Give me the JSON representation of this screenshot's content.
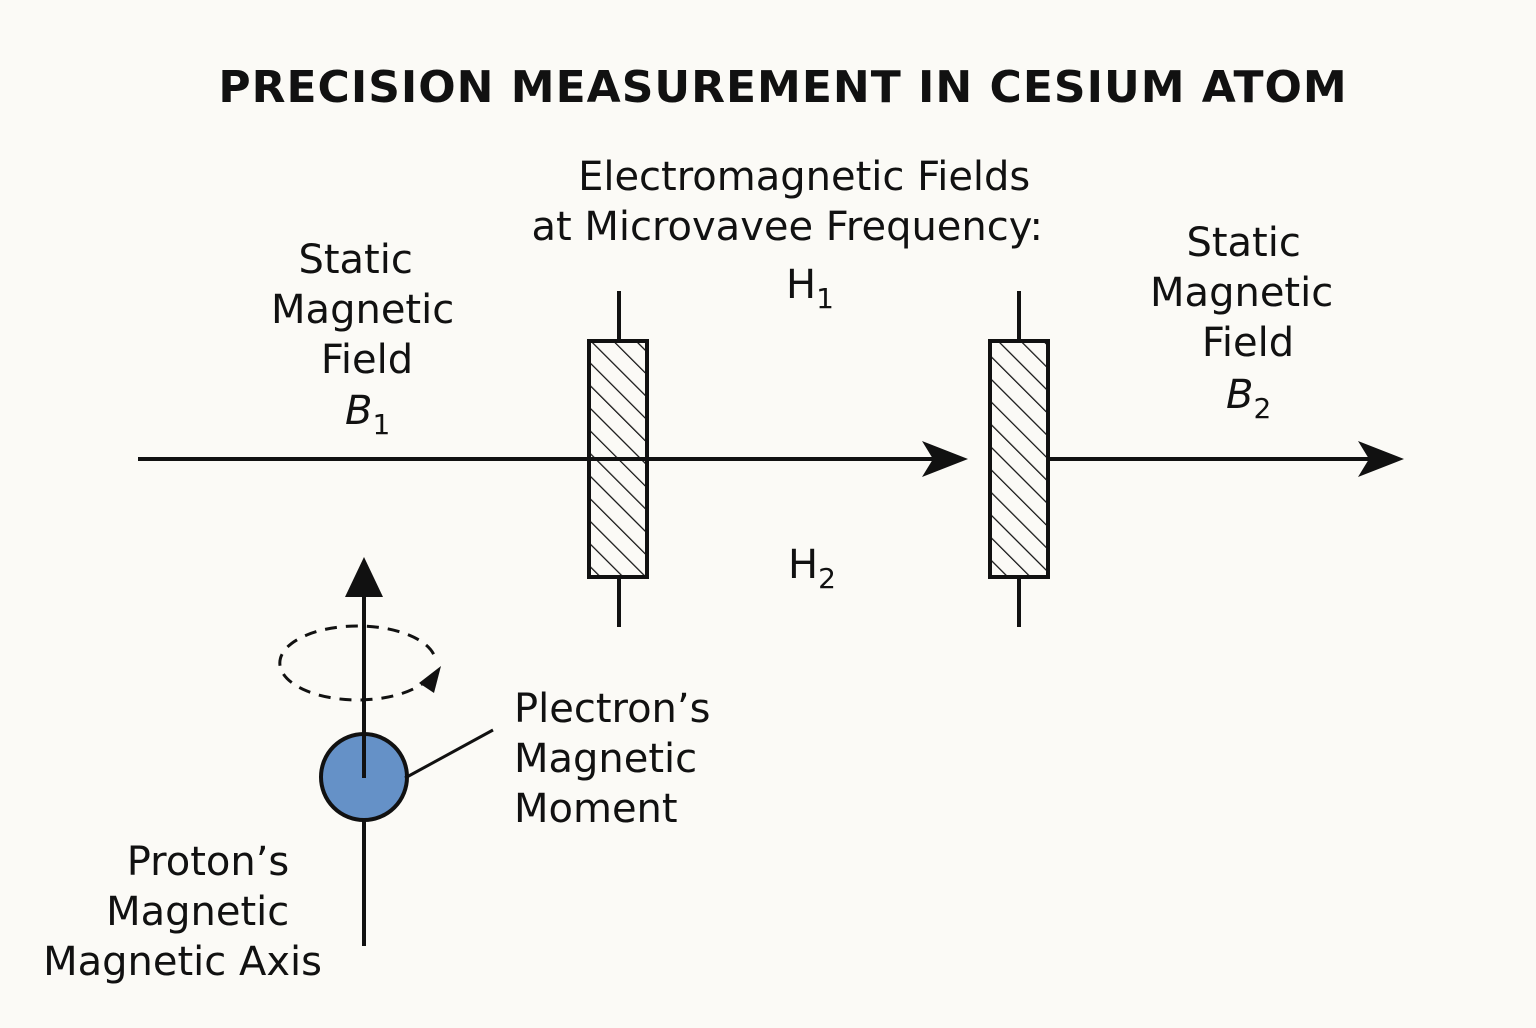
{
  "title": "PRECISION MEASUREMENT IN CESIUM ATOM",
  "labels": {
    "em_fields_line1": "Electromagnetic Fields",
    "em_fields_line2": "at Microvavee Frequency:",
    "h1_symbol": "H",
    "h1_subscript": "1",
    "h2_symbol": "H",
    "h2_subscript": "2",
    "left_field_line1": "Static",
    "left_field_line2": "Magnetic",
    "left_field_line3": "Field",
    "b1_symbol": "B",
    "b1_subscript": "1",
    "right_field_line1": "Static",
    "right_field_line2": "Magnetic",
    "right_field_line3": "Field",
    "b2_symbol": "B",
    "b2_subscript": "2",
    "electron_line1": "Plectron’s",
    "electron_line2": "Magnetic",
    "electron_line3": "Moment",
    "proton_line1": "Proton’s",
    "proton_line2": "Magnetic",
    "proton_line3": "Magnetic Axis"
  },
  "colors": {
    "background": "#fbfaf6",
    "ink": "#111111",
    "particle_fill": "#6591c7"
  }
}
